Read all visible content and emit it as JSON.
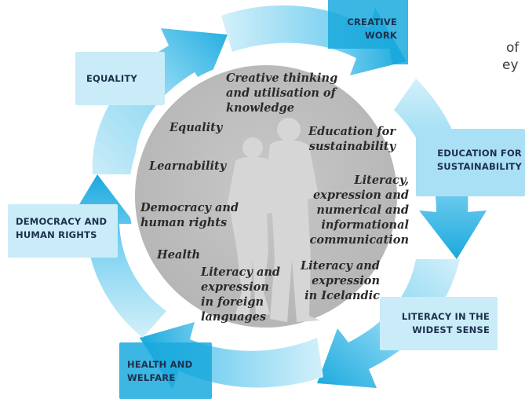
{
  "left_text_fragments": [
    "of",
    "ey"
  ],
  "pillars": [
    {
      "id": "creative-work",
      "lines": [
        "CREATIVE",
        "WORK"
      ]
    },
    {
      "id": "education-for-sustainability",
      "lines": [
        "EDUCATION FOR",
        "SUSTAINABILITY"
      ]
    },
    {
      "id": "literacy-widest-sense",
      "lines": [
        "LITERACY IN THE",
        "WIDEST SENSE"
      ]
    },
    {
      "id": "health-and-welfare",
      "lines": [
        "HEALTH AND",
        "WELFARE"
      ]
    },
    {
      "id": "democracy-and-human-rights",
      "lines": [
        "DEMOCRACY AND",
        "HUMAN RIGHTS"
      ]
    },
    {
      "id": "equality",
      "lines": [
        "EQUALITY"
      ]
    }
  ],
  "skills": [
    {
      "id": "creative-thinking",
      "lines": [
        "Creative thinking",
        "and utilisation of",
        "knowledge"
      ]
    },
    {
      "id": "equality",
      "lines": [
        "Equality"
      ]
    },
    {
      "id": "education-for-sustainability",
      "lines": [
        "Education for",
        "sustainability"
      ]
    },
    {
      "id": "learnability",
      "lines": [
        "Learnability"
      ]
    },
    {
      "id": "literacy-expression-numerical",
      "lines": [
        "Literacy,",
        "expression and",
        "numerical and",
        "informational",
        "communication"
      ]
    },
    {
      "id": "democracy-and-human-rights",
      "lines": [
        "Democracy and",
        "human rights"
      ]
    },
    {
      "id": "health",
      "lines": [
        "Health"
      ]
    },
    {
      "id": "literacy-foreign-languages",
      "lines": [
        "Literacy and",
        "expression",
        "in foreign",
        "languages"
      ]
    },
    {
      "id": "literacy-icelandic",
      "lines": [
        "Literacy and",
        "expression",
        "in Icelandic"
      ]
    }
  ],
  "colors": {
    "arrow_light": "#c9ecf8",
    "arrow_mid": "#6ccbee",
    "arrow_dark": "#1aa9dd",
    "circle_fill": "#bfbfbf",
    "silhouette": "#d5d5d5",
    "pillar_text": "#1d2f4d",
    "skill_text": "#2a2a2a"
  }
}
